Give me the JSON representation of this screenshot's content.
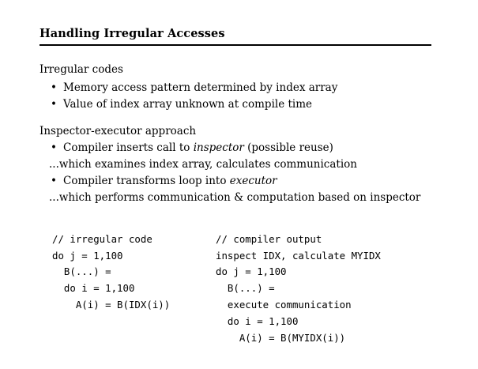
{
  "slide": {
    "title": "Handling Irregular Accesses",
    "section1": {
      "heading": "Irregular codes",
      "bullets": [
        "Memory access pattern determined by index array",
        "Value of index array unknown at compile time"
      ]
    },
    "section2": {
      "heading": "Inspector-executor approach",
      "line1_pre": "Compiler inserts call to ",
      "line1_em": "inspector",
      "line1_post": " (possible reuse)",
      "line2": "...which examines index array, calculates communication",
      "line3_pre": "Compiler transforms loop into ",
      "line3_em": "executor",
      "line4": "...which performs communication & computation based on inspector"
    },
    "code_left": [
      "// irregular code",
      "do j = 1,100",
      "  B(...) =",
      "  do i = 1,100",
      "    A(i) = B(IDX(i))"
    ],
    "code_right": [
      "// compiler output",
      "inspect IDX, calculate MYIDX",
      "do j = 1,100",
      "  B(...) =",
      "  execute communication",
      "  do i = 1,100",
      "    A(i) = B(MYIDX(i))"
    ]
  }
}
